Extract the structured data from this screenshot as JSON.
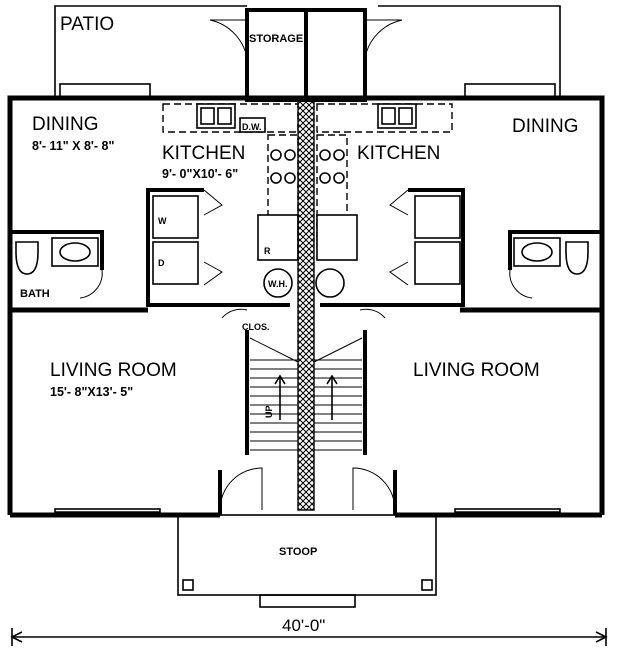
{
  "rooms": {
    "patio": "PATIO",
    "storage": "STORAGE",
    "dining_left": "DINING",
    "dining_left_dim": "8'- 11\" X 8'- 8\"",
    "dining_right": "DINING",
    "kitchen_left": "KITCHEN",
    "kitchen_left_dim": "9'- 0\"X10'- 6\"",
    "kitchen_right": "KITCHEN",
    "bath": "BATH",
    "living_left": "LIVING ROOM",
    "living_left_dim": "15'- 8\"X13'- 5\"",
    "living_right": "LIVING ROOM",
    "stoop": "STOOP",
    "closet": "CLOS."
  },
  "fixtures": {
    "dishwasher": "D.W.",
    "washer": "W",
    "dryer": "D",
    "refrigerator": "R",
    "water_heater": "W.H.",
    "stairs_up": "UP"
  },
  "overall_dimension": "40'-0\""
}
